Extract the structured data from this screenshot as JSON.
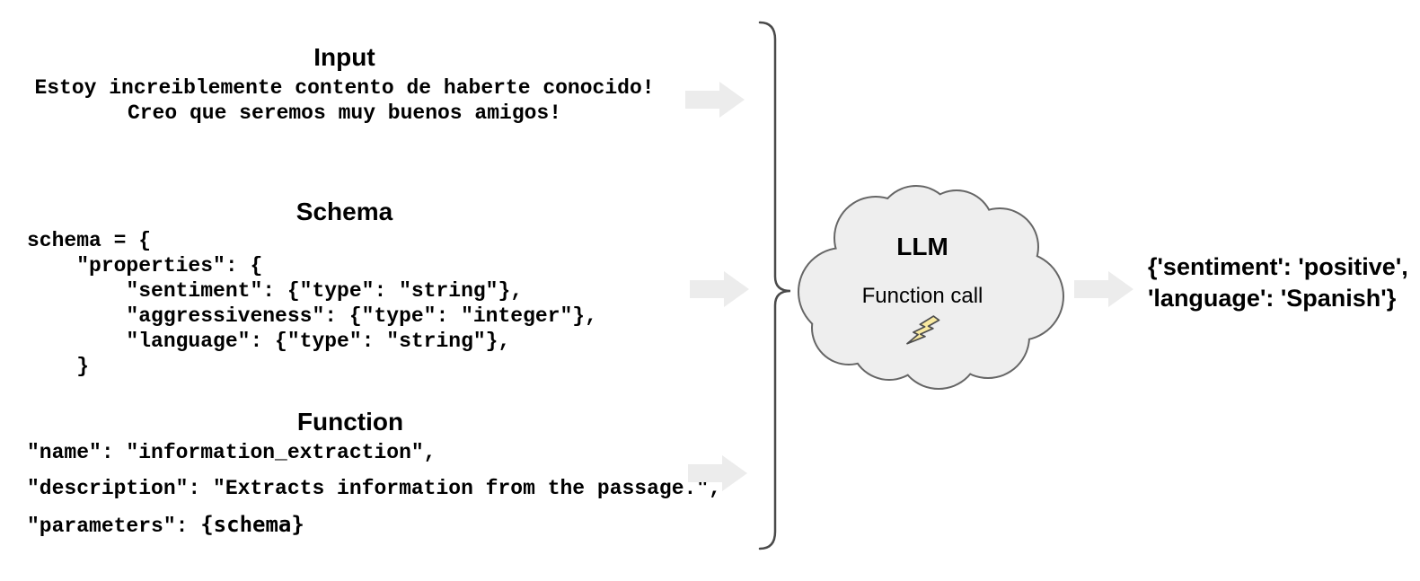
{
  "sections": {
    "input": {
      "title": "Input",
      "lines": [
        "Estoy increiblemente contento de haberte conocido!",
        "Creo que seremos muy buenos amigos!"
      ]
    },
    "schema": {
      "title": "Schema",
      "code_lines": [
        "schema = {",
        "    \"properties\": {",
        "        \"sentiment\": {\"type\": \"string\"},",
        "        \"aggressiveness\": {\"type\": \"integer\"},",
        "        \"language\": {\"type\": \"string\"},",
        "    }"
      ]
    },
    "function": {
      "title": "Function",
      "code_lines": [
        "\"name\": \"information_extraction\",",
        "\"description\": \"Extracts information from the passage.\","
      ],
      "params_line": {
        "prefix": "\"parameters\": ",
        "value": "{schema}"
      }
    }
  },
  "llm_cloud": {
    "title": "LLM",
    "subtitle": "Function call",
    "icon": "lightning-bolt"
  },
  "output": {
    "lines": [
      "{'sentiment': 'positive',",
      "'language': 'Spanish'}"
    ]
  },
  "colors": {
    "arrow_fill": "#ececec",
    "cloud_fill": "#eeeeee",
    "cloud_stroke": "#666666",
    "brace_stroke": "#4a4a4a",
    "bolt_fill": "#f8e9a0",
    "bolt_stroke": "#4d4d4d",
    "text": "#000000"
  }
}
